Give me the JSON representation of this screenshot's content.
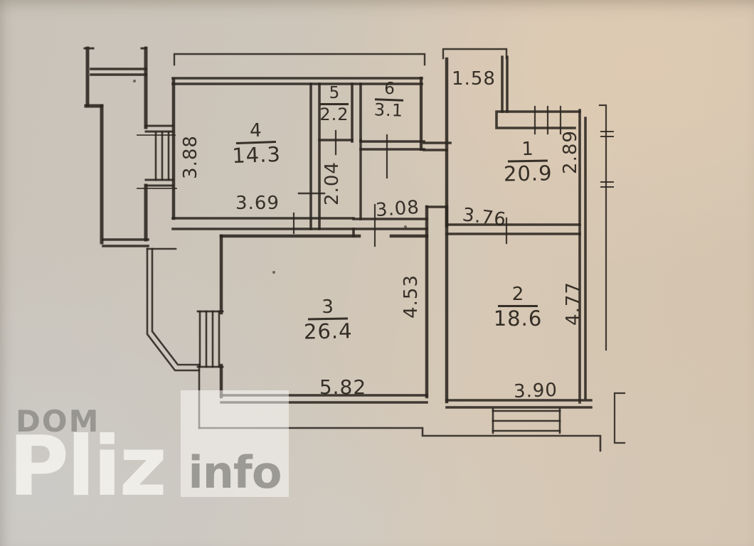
{
  "watermark": {
    "brand_top": "DOM",
    "brand_main": "Pliz",
    "brand_badge": "info"
  },
  "plan": {
    "rooms": [
      {
        "number": "1",
        "area": "20.9"
      },
      {
        "number": "2",
        "area": "18.6"
      },
      {
        "number": "3",
        "area": "26.4"
      },
      {
        "number": "4",
        "area": "14.3"
      },
      {
        "number": "5",
        "area": "2.2"
      },
      {
        "number": "6",
        "area": "3.1"
      }
    ],
    "dimensions": {
      "shaft_top": "1.58",
      "room4_left": "3.88",
      "room4_bottom": "3.69",
      "corridor_height": "2.04",
      "hall_width": "3.08",
      "room1_right": "2.89",
      "rooms12_width": "3.76",
      "room3_right": "4.53",
      "room3_bottom": "5.82",
      "room2_right": "4.77",
      "room2_bottom": "3.90"
    }
  }
}
